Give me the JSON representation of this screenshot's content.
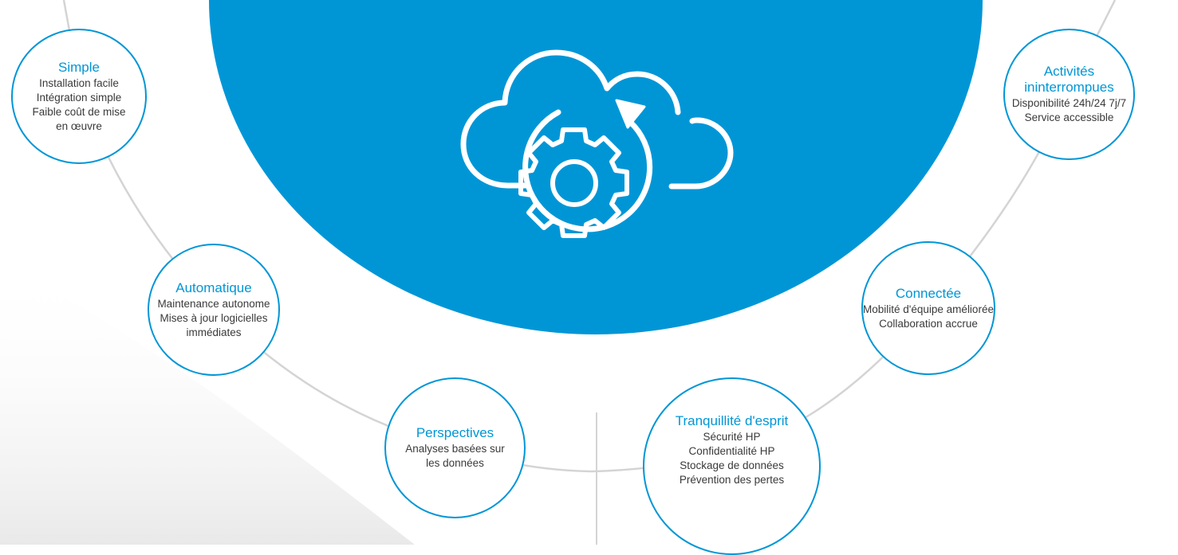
{
  "colors": {
    "brand_blue": "#0096d6",
    "connector_gray": "#d4d4d4",
    "text_dark": "#3a3a3a",
    "background": "#ffffff"
  },
  "hub": {
    "icon": "cloud-gear-refresh-icon"
  },
  "benefits": {
    "simple": {
      "title": "Simple",
      "lines": [
        "Installation facile",
        "Intégration simple",
        "Faible coût de mise",
        "en œuvre"
      ]
    },
    "automatique": {
      "title": "Automatique",
      "lines": [
        "Maintenance autonome",
        "Mises à jour logicielles",
        "immédiates"
      ]
    },
    "perspectives": {
      "title": "Perspectives",
      "lines": [
        "Analyses basées sur",
        "les données"
      ]
    },
    "tranquillite": {
      "title": "Tranquillité d'esprit",
      "lines": [
        "Sécurité HP",
        "Confidentialité HP",
        "Stockage de données",
        "Prévention des pertes"
      ]
    },
    "connectee": {
      "title": "Connectée",
      "lines": [
        "Mobilité d'équipe améliorée",
        "Collaboration accrue"
      ]
    },
    "activites": {
      "title": "Activités ininterrompues",
      "lines": [
        "Disponibilité 24h/24 7j/7",
        "Service accessible"
      ]
    }
  }
}
